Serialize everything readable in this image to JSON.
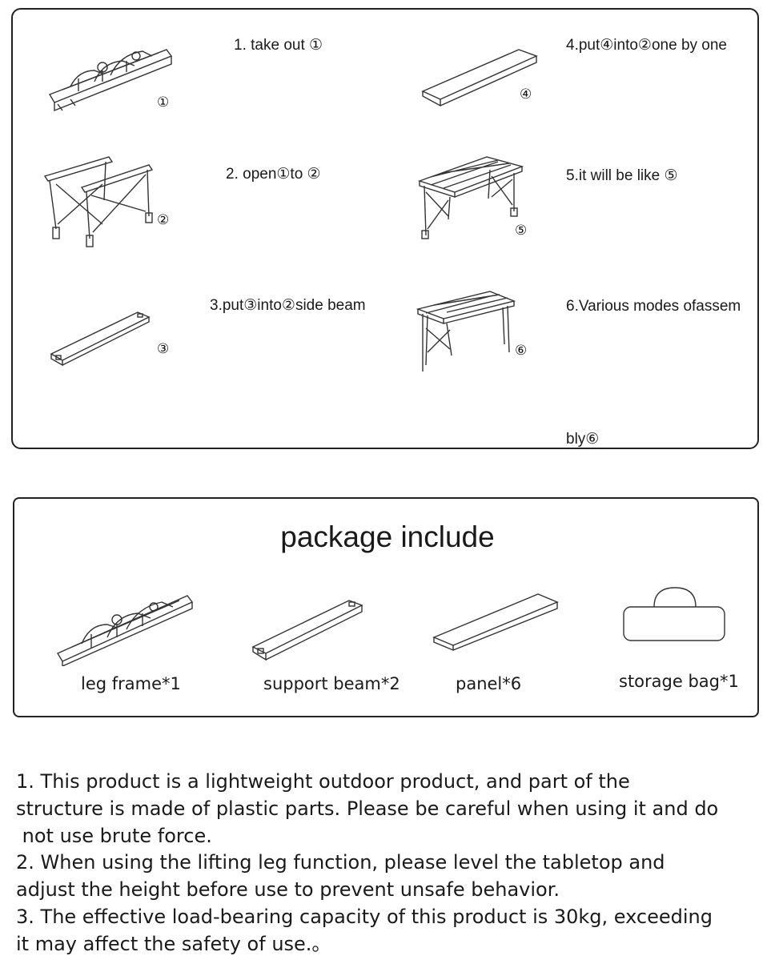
{
  "steps": [
    {
      "text": "1. take out ①",
      "marker": "①"
    },
    {
      "text": "2. open①to ②",
      "marker": "②"
    },
    {
      "text": "3.put③into②side beam",
      "marker": "③"
    },
    {
      "text": "4.put④into②one by one",
      "marker": "④"
    },
    {
      "text": "5.it will be like ⑤",
      "marker": "⑤"
    },
    {
      "text": "6.Various modes ofassem",
      "text_cont": "bly⑥",
      "marker": "⑥"
    }
  ],
  "package": {
    "title": "package include",
    "items": [
      {
        "label": "leg frame*1",
        "icon": "leg-frame-icon"
      },
      {
        "label": "support beam*2",
        "icon": "support-beam-icon"
      },
      {
        "label": "panel*6",
        "icon": "panel-icon"
      },
      {
        "label": "storage bag*1",
        "icon": "storage-bag-icon"
      }
    ]
  },
  "notes": [
    "1. This product is a lightweight outdoor product, and part of the",
    "structure is made of plastic parts. Please be careful when using it and do",
    " not use brute force.",
    "2. When using the lifting leg function, please level the tabletop and",
    "adjust the height before use to prevent unsafe behavior.",
    "3. The effective load-bearing capacity of this product is 30kg, exceeding",
    "it may affect the safety of use.。"
  ]
}
